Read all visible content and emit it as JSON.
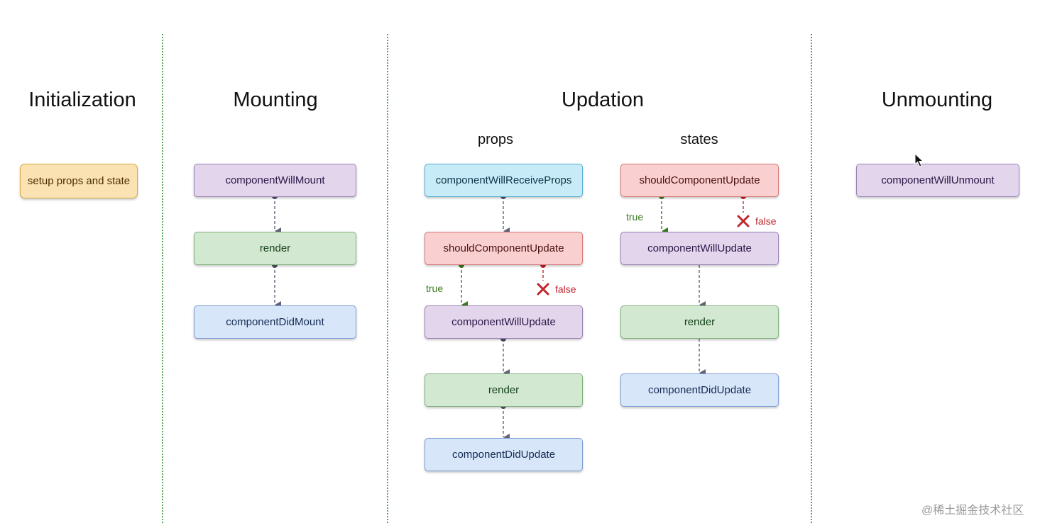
{
  "phases": {
    "initialization": "Initialization",
    "mounting": "Mounting",
    "updation": "Updation",
    "unmounting": "Unmounting"
  },
  "updation_columns": {
    "props": "props",
    "states": "states"
  },
  "initialization_nodes": {
    "setup": "setup props and state"
  },
  "mounting_nodes": {
    "will_mount": "componentWillMount",
    "render": "render",
    "did_mount": "componentDidMount"
  },
  "props_nodes": {
    "will_receive_props": "componentWillReceiveProps",
    "should_update": "shouldComponentUpdate",
    "will_update": "componentWillUpdate",
    "render": "render",
    "did_update": "componentDidUpdate"
  },
  "states_nodes": {
    "should_update": "shouldComponentUpdate",
    "will_update": "componentWillUpdate",
    "render": "render",
    "did_update": "componentDidUpdate"
  },
  "unmounting_nodes": {
    "will_unmount": "componentWillUnmount"
  },
  "edge_labels": {
    "props_true": "true",
    "props_false": "false",
    "states_true": "true",
    "states_false": "false"
  },
  "watermark": "@稀土掘金技术社区",
  "colors": {
    "divider": "#5aa85a",
    "edge": "#5f6478",
    "true": "#3a7a1e",
    "false": "#c0262c",
    "lifecycle_purple": "#e2d5ec",
    "render_green": "#d3e8d0",
    "did_blue": "#d8e6fa",
    "receive_cyan": "#c7ecf8",
    "should_red": "#f9cfcf",
    "init_orange": "#fbe2b3"
  }
}
